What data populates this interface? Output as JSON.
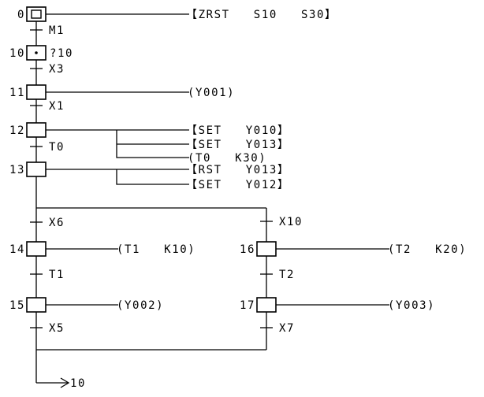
{
  "steps": {
    "s0": "0",
    "s10": "10",
    "s11": "11",
    "s12": "12",
    "s13": "13",
    "s14": "14",
    "s15": "15",
    "s16": "16",
    "s17": "17"
  },
  "step10_label": "?10",
  "transitions": {
    "t_m1": "M1",
    "t_x3": "X3",
    "t_x1": "X1",
    "t_t0": "T0",
    "t_x6": "X6",
    "t_x10": "X10",
    "t_t1": "T1",
    "t_t2": "T2",
    "t_x5": "X5",
    "t_x7": "X7"
  },
  "actions": {
    "a0": "【ZRST   S10   S30】",
    "a11": "(Y001)",
    "a12_1": "【SET   Y010】",
    "a12_2": "【SET   Y013】",
    "a12_3": "(T0   K30)",
    "a13_1": "【RST   Y013】",
    "a13_2": "【SET   Y012】",
    "a14": "(T1   K10)",
    "a16": "(T2   K20)",
    "a15": "(Y002)",
    "a17": "(Y003)"
  },
  "jump_label": "10"
}
